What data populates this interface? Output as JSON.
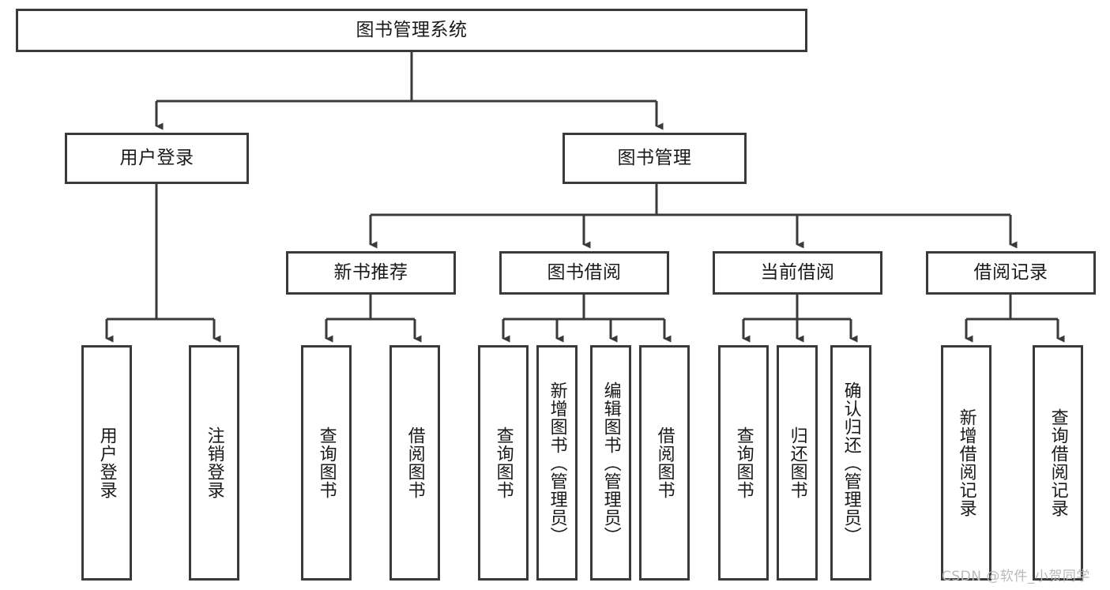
{
  "diagram": {
    "type": "hierarchy-tree",
    "title": "图书管理系统",
    "root": {
      "id": "root",
      "label": "图书管理系统"
    },
    "level2": [
      {
        "id": "user-login",
        "label": "用户登录"
      },
      {
        "id": "book-manage",
        "label": "图书管理"
      }
    ],
    "level3": [
      {
        "id": "new-book-rec",
        "label": "新书推荐",
        "parent": "book-manage"
      },
      {
        "id": "book-borrow",
        "label": "图书借阅",
        "parent": "book-manage"
      },
      {
        "id": "current-borrow",
        "label": "当前借阅",
        "parent": "book-manage"
      },
      {
        "id": "borrow-record",
        "label": "借阅记录",
        "parent": "book-manage"
      }
    ],
    "leaves": [
      {
        "id": "leaf-user-login",
        "label": "用户登录",
        "parent": "user-login"
      },
      {
        "id": "leaf-logout",
        "label": "注销登录",
        "parent": "user-login"
      },
      {
        "id": "leaf-query-book-1",
        "label": "查询图书",
        "parent": "new-book-rec"
      },
      {
        "id": "leaf-borrow-book-1",
        "label": "借阅图书",
        "parent": "new-book-rec"
      },
      {
        "id": "leaf-query-book-2",
        "label": "查询图书",
        "parent": "book-borrow"
      },
      {
        "id": "leaf-add-book",
        "label": "新增图书（管理员）",
        "parent": "book-borrow"
      },
      {
        "id": "leaf-edit-book",
        "label": "编辑图书（管理员）",
        "parent": "book-borrow"
      },
      {
        "id": "leaf-borrow-book-2",
        "label": "借阅图书",
        "parent": "book-borrow"
      },
      {
        "id": "leaf-query-book-3",
        "label": "查询图书",
        "parent": "current-borrow"
      },
      {
        "id": "leaf-return-book",
        "label": "归还图书",
        "parent": "current-borrow"
      },
      {
        "id": "leaf-confirm-return",
        "label": "确认归还（管理员）",
        "parent": "current-borrow"
      },
      {
        "id": "leaf-add-record",
        "label": "新增借阅记录",
        "parent": "borrow-record"
      },
      {
        "id": "leaf-query-record",
        "label": "查询借阅记录",
        "parent": "borrow-record"
      }
    ]
  },
  "watermark": {
    "text": "CSDN @软件_小贺同学"
  },
  "colors": {
    "border": "#3a3a3a",
    "text": "#1a1a1a",
    "background": "#ffffff",
    "watermark": "#b9b9b9"
  }
}
